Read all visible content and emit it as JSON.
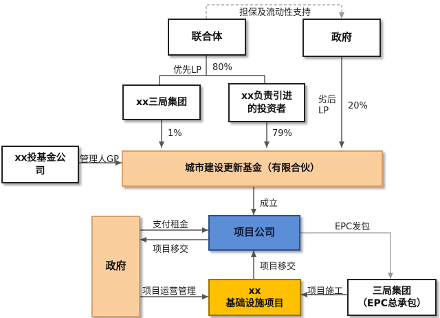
{
  "nodes": {
    "consortium": "联合体",
    "government_top": "政府",
    "sanju_group": "xx三局集团",
    "investor": "xx负责引进\n的投资者",
    "fund_company": "xx投基金公\n司",
    "fund": "城市建设更新基金（有限合伙）",
    "project_company": "项目公司",
    "government_left": "政府",
    "infra_project": "xx\n基础设施项目",
    "epc_contractor": "三局集团\n（EPC总承包）"
  },
  "labels": {
    "guarantee": "担保及流动性支持",
    "priority_lp": "优先LP",
    "pct_80": "80%",
    "subordinate_lp": "劣后\nLP",
    "pct_20": "20%",
    "pct_1": "1%",
    "pct_79": "79%",
    "manager_gp": "管理人GP",
    "established": "成立",
    "epc_contract": "EPC发包",
    "pay_rent": "支付租金",
    "project_transfer_left": "项目移交",
    "project_transfer_up": "项目移交",
    "operation_mgmt": "项目运营管理",
    "construction": "项目施工"
  }
}
